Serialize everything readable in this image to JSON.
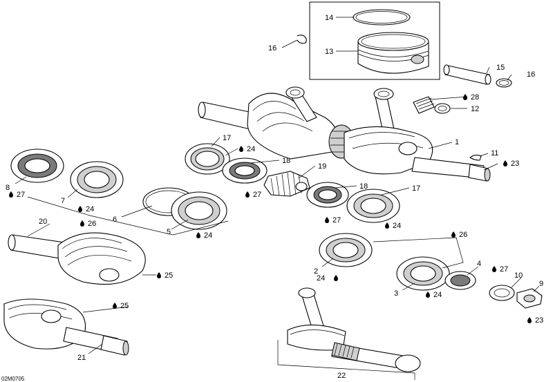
{
  "drawing_code": "02M0705",
  "callouts": {
    "c1": "1",
    "c2": "2",
    "c3": "3",
    "c4": "4",
    "c5": "5",
    "c6": "6",
    "c7": "7",
    "c8": "8",
    "c9": "9",
    "c10": "10",
    "c11": "11",
    "c12": "12",
    "c13": "13",
    "c14": "14",
    "c15": "15",
    "c16a": "16",
    "c16b": "16",
    "c17a": "17",
    "c17b": "17",
    "c18a": "18",
    "c18b": "18",
    "c19": "19",
    "c20": "20",
    "c21": "21",
    "c22": "22",
    "c23a": "23",
    "c23b": "23",
    "c24a": "24",
    "c24b": "24",
    "c24c": "24",
    "c24d": "24",
    "c24e": "24",
    "c24f": "24",
    "c25a": "25",
    "c25b": "25",
    "c26a": "26",
    "c26b": "26",
    "c27a": "27",
    "c27b": "27",
    "c27c": "27",
    "c27d": "27",
    "c28": "28"
  },
  "icons": {
    "lubricant": "oil-drop-icon"
  }
}
